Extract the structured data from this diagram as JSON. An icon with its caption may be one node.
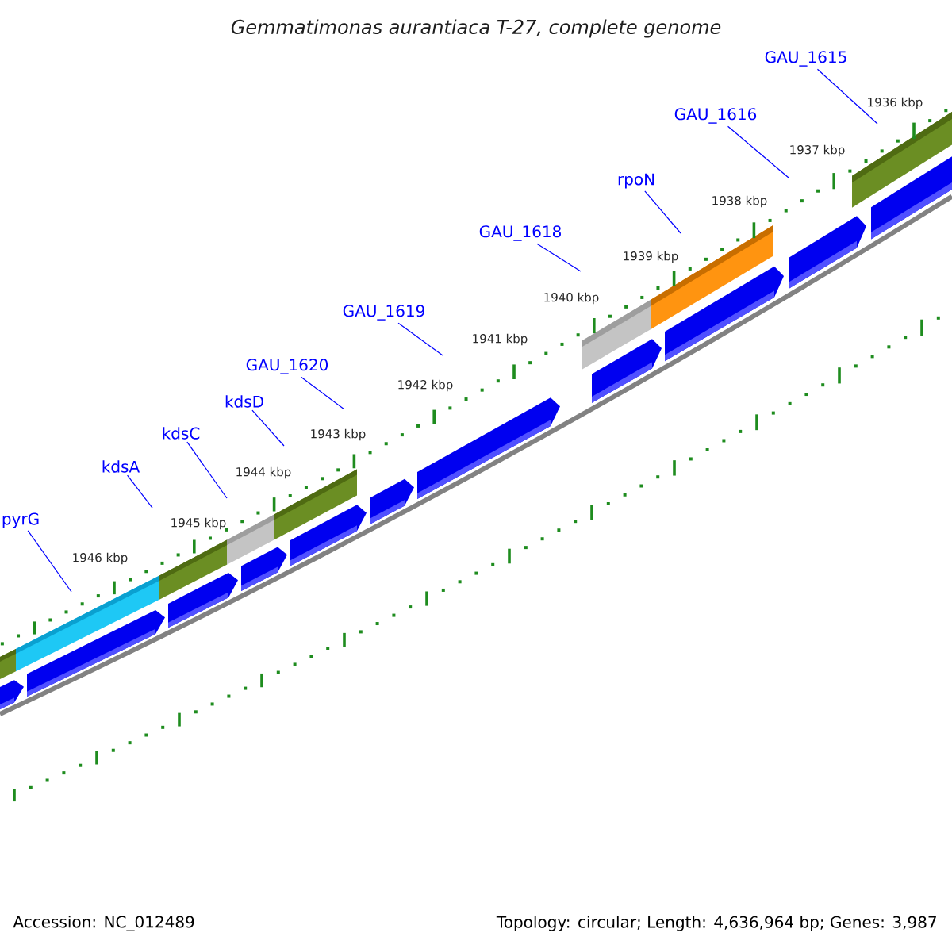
{
  "diagram": {
    "title": "Gemmatimonas aurantiaca T-27, complete genome",
    "nodes": [
      {
        "text": [
          "GAU_1615"
        ]
      },
      {
        "text": [
          "GAU_1616"
        ]
      },
      {
        "text": [
          "rpoN"
        ]
      },
      {
        "text": [
          "GAU_1618"
        ]
      },
      {
        "text": [
          "GAU_1619"
        ]
      },
      {
        "text": [
          "GAU_1620"
        ]
      },
      {
        "text": [
          "kdsD"
        ]
      },
      {
        "text": [
          "kdsC"
        ]
      },
      {
        "text": [
          "kdsA"
        ]
      },
      {
        "text": [
          "pyrG"
        ]
      }
    ],
    "edges": [
      {
        "from": 0,
        "to": null,
        "arrow": "none"
      },
      {
        "from": 1,
        "to": null,
        "arrow": "none"
      },
      {
        "from": 2,
        "to": null,
        "arrow": "none"
      },
      {
        "from": 3,
        "to": null,
        "arrow": "none"
      },
      {
        "from": 4,
        "to": null,
        "arrow": "none"
      },
      {
        "from": 5,
        "to": null,
        "arrow": "none"
      },
      {
        "from": 6,
        "to": null,
        "arrow": "none"
      },
      {
        "from": 7,
        "to": null,
        "arrow": "none"
      },
      {
        "from": 8,
        "to": null,
        "arrow": "none"
      },
      {
        "from": 9,
        "to": null,
        "arrow": "none"
      }
    ],
    "labels": [
      "1936 kbp",
      "1937 kbp",
      "1938 kbp",
      "1939 kbp",
      "1940 kbp",
      "1941 kbp",
      "1942 kbp",
      "1943 kbp",
      "1944 kbp",
      "1945 kbp",
      "1946 kbp",
      "Accession: NC_012489",
      "Topology: circular; Length: 4,636,964 bp; Genes: 3,987"
    ]
  }
}
